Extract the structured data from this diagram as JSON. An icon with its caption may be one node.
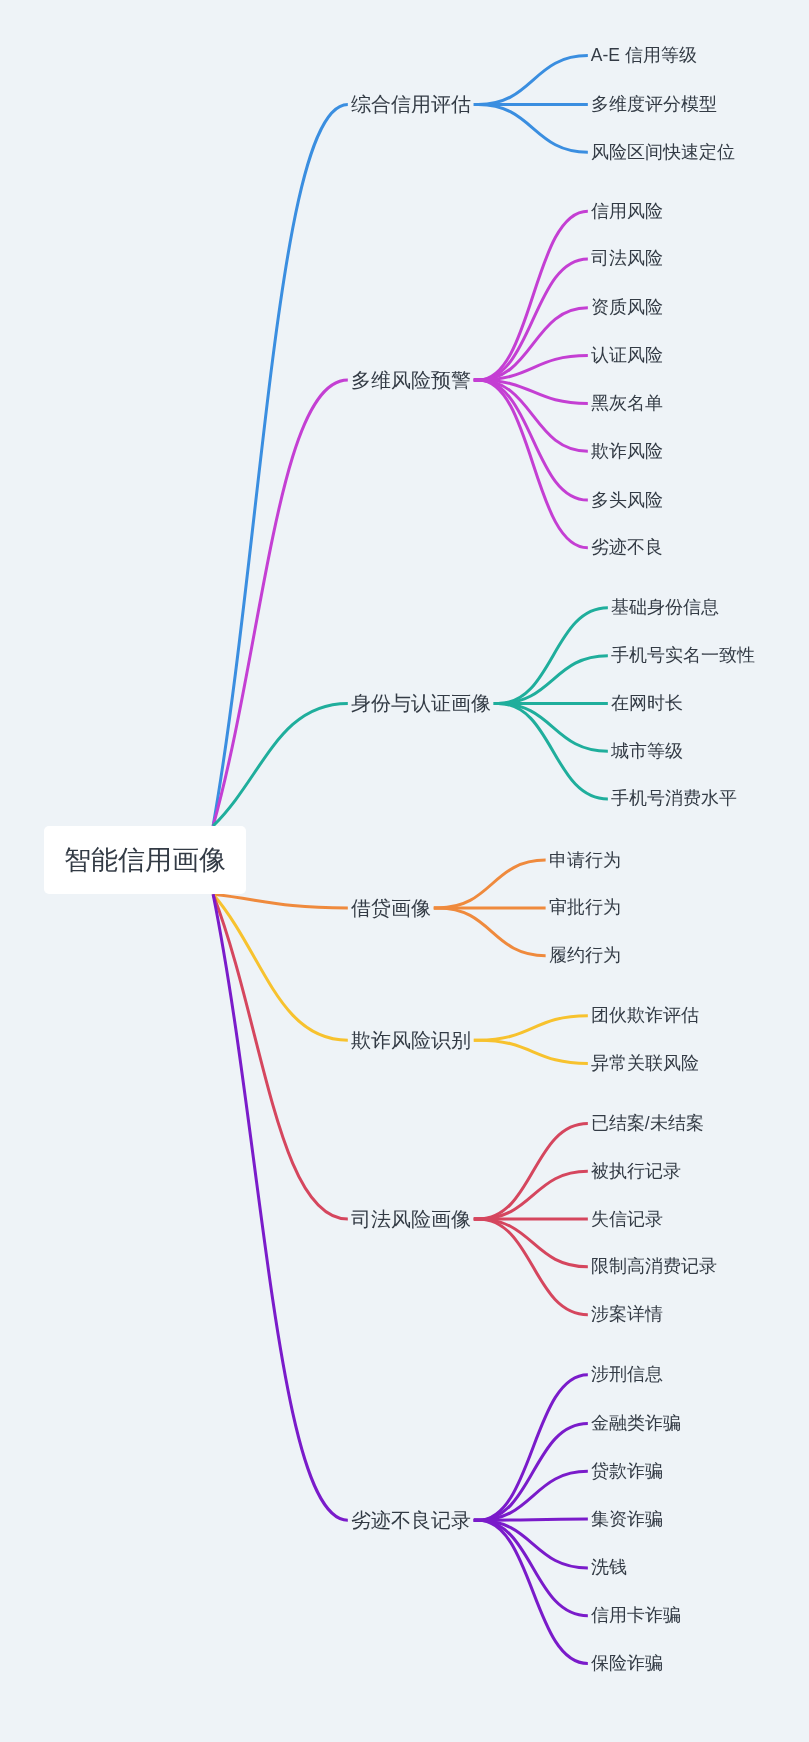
{
  "diagram": {
    "nodes": [
      {
        "text": [
          "智能信用画像"
        ]
      },
      {
        "text": [
          "综合信用评估"
        ]
      },
      {
        "text": [
          "A-E 信用等级"
        ]
      },
      {
        "text": [
          "多维度评分模型"
        ]
      },
      {
        "text": [
          "风险区间快速定位"
        ]
      },
      {
        "text": [
          "多维风险预警"
        ]
      },
      {
        "text": [
          "信用风险"
        ]
      },
      {
        "text": [
          "司法风险"
        ]
      },
      {
        "text": [
          "资质风险"
        ]
      },
      {
        "text": [
          "认证风险"
        ]
      },
      {
        "text": [
          "黑灰名单"
        ]
      },
      {
        "text": [
          "欺诈风险"
        ]
      },
      {
        "text": [
          "多头风险"
        ]
      },
      {
        "text": [
          "劣迹不良"
        ]
      },
      {
        "text": [
          "身份与认证画像"
        ]
      },
      {
        "text": [
          "基础身份信息"
        ]
      },
      {
        "text": [
          "手机号实名一致性"
        ]
      },
      {
        "text": [
          "在网时长"
        ]
      },
      {
        "text": [
          "城市等级"
        ]
      },
      {
        "text": [
          "手机号消费水平"
        ]
      },
      {
        "text": [
          "借贷画像"
        ]
      },
      {
        "text": [
          "申请行为"
        ]
      },
      {
        "text": [
          "审批行为"
        ]
      },
      {
        "text": [
          "履约行为"
        ]
      },
      {
        "text": [
          "欺诈风险识别"
        ]
      },
      {
        "text": [
          "团伙欺诈评估"
        ]
      },
      {
        "text": [
          "异常关联风险"
        ]
      },
      {
        "text": [
          "司法风险画像"
        ]
      },
      {
        "text": [
          "已结案/未结案"
        ]
      },
      {
        "text": [
          "被执行记录"
        ]
      },
      {
        "text": [
          "失信记录"
        ]
      },
      {
        "text": [
          "限制高消费记录"
        ]
      },
      {
        "text": [
          "涉案详情"
        ]
      },
      {
        "text": [
          "劣迹不良记录"
        ]
      },
      {
        "text": [
          "涉刑信息"
        ]
      },
      {
        "text": [
          "金融类诈骗"
        ]
      },
      {
        "text": [
          "贷款诈骗"
        ]
      },
      {
        "text": [
          "集资诈骗"
        ]
      },
      {
        "text": [
          "洗钱"
        ]
      },
      {
        "text": [
          "信用卡诈骗"
        ]
      },
      {
        "text": [
          "保险诈骗"
        ]
      }
    ],
    "edges": [
      {
        "from": 0,
        "to": 1,
        "arrow": "none",
        "color": "#3a8ee0"
      },
      {
        "from": 1,
        "to": 2,
        "arrow": "none",
        "color": "#3a8ee0"
      },
      {
        "from": 1,
        "to": 3,
        "arrow": "none",
        "color": "#3a8ee0"
      },
      {
        "from": 1,
        "to": 4,
        "arrow": "none",
        "color": "#3a8ee0"
      },
      {
        "from": 0,
        "to": 5,
        "arrow": "none",
        "color": "#c43fd3"
      },
      {
        "from": 5,
        "to": 6,
        "arrow": "none",
        "color": "#c43fd3"
      },
      {
        "from": 5,
        "to": 7,
        "arrow": "none",
        "color": "#c43fd3"
      },
      {
        "from": 5,
        "to": 8,
        "arrow": "none",
        "color": "#c43fd3"
      },
      {
        "from": 5,
        "to": 9,
        "arrow": "none",
        "color": "#c43fd3"
      },
      {
        "from": 5,
        "to": 10,
        "arrow": "none",
        "color": "#c43fd3"
      },
      {
        "from": 5,
        "to": 11,
        "arrow": "none",
        "color": "#c43fd3"
      },
      {
        "from": 5,
        "to": 12,
        "arrow": "none",
        "color": "#c43fd3"
      },
      {
        "from": 5,
        "to": 13,
        "arrow": "none",
        "color": "#c43fd3"
      },
      {
        "from": 0,
        "to": 14,
        "arrow": "none",
        "color": "#1fae9c"
      },
      {
        "from": 14,
        "to": 15,
        "arrow": "none",
        "color": "#1fae9c"
      },
      {
        "from": 14,
        "to": 16,
        "arrow": "none",
        "color": "#1fae9c"
      },
      {
        "from": 14,
        "to": 17,
        "arrow": "none",
        "color": "#1fae9c"
      },
      {
        "from": 14,
        "to": 18,
        "arrow": "none",
        "color": "#1fae9c"
      },
      {
        "from": 14,
        "to": 19,
        "arrow": "none",
        "color": "#1fae9c"
      },
      {
        "from": 0,
        "to": 20,
        "arrow": "none",
        "color": "#ef8a3d"
      },
      {
        "from": 20,
        "to": 21,
        "arrow": "none",
        "color": "#ef8a3d"
      },
      {
        "from": 20,
        "to": 22,
        "arrow": "none",
        "color": "#ef8a3d"
      },
      {
        "from": 20,
        "to": 23,
        "arrow": "none",
        "color": "#ef8a3d"
      },
      {
        "from": 0,
        "to": 24,
        "arrow": "none",
        "color": "#f7c22e"
      },
      {
        "from": 24,
        "to": 25,
        "arrow": "none",
        "color": "#f7c22e"
      },
      {
        "from": 24,
        "to": 26,
        "arrow": "none",
        "color": "#f7c22e"
      },
      {
        "from": 0,
        "to": 27,
        "arrow": "none",
        "color": "#d5465e"
      },
      {
        "from": 27,
        "to": 28,
        "arrow": "none",
        "color": "#d5465e"
      },
      {
        "from": 27,
        "to": 29,
        "arrow": "none",
        "color": "#d5465e"
      },
      {
        "from": 27,
        "to": 30,
        "arrow": "none",
        "color": "#d5465e"
      },
      {
        "from": 27,
        "to": 31,
        "arrow": "none",
        "color": "#d5465e"
      },
      {
        "from": 27,
        "to": 32,
        "arrow": "none",
        "color": "#d5465e"
      },
      {
        "from": 0,
        "to": 33,
        "arrow": "none",
        "color": "#7a1bca"
      },
      {
        "from": 33,
        "to": 34,
        "arrow": "none",
        "color": "#7a1bca"
      },
      {
        "from": 33,
        "to": 35,
        "arrow": "none",
        "color": "#7a1bca"
      },
      {
        "from": 33,
        "to": 36,
        "arrow": "none",
        "color": "#7a1bca"
      },
      {
        "from": 33,
        "to": 37,
        "arrow": "none",
        "color": "#7a1bca"
      },
      {
        "from": 33,
        "to": 38,
        "arrow": "none",
        "color": "#7a1bca"
      },
      {
        "from": 33,
        "to": 39,
        "arrow": "none",
        "color": "#7a1bca"
      },
      {
        "from": 33,
        "to": 40,
        "arrow": "none",
        "color": "#7a1bca"
      }
    ]
  }
}
